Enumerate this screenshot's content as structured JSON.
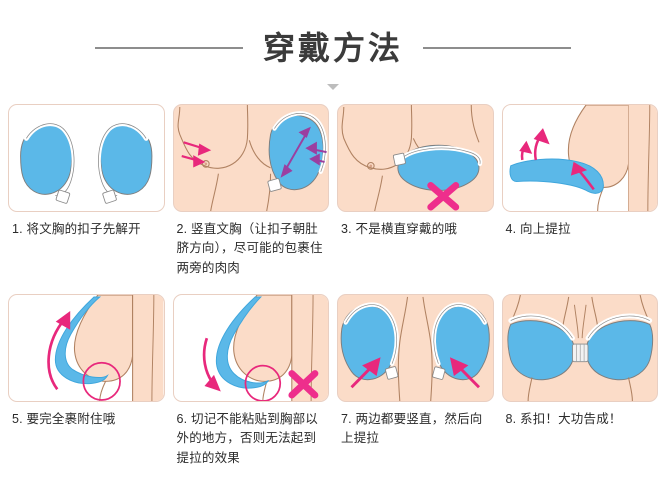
{
  "header": {
    "title": "穿戴方法",
    "divider_left": "rule-left",
    "divider_right": "rule-right",
    "caret": "caret-down-icon"
  },
  "colors": {
    "cup_blue": "#5BB8E8",
    "cup_blue_dark": "#3FA6DC",
    "skin": "#FBDCC8",
    "skin_line": "#B08262",
    "arrow_pink": "#E8287C",
    "arrow_purple": "#9B3FA0",
    "panel_border": "#E9CFC2",
    "rule_gray": "#8D8D8D",
    "title_gray": "#3B3B3B",
    "cross_magenta": "#EE2E8C"
  },
  "steps": [
    {
      "number": "1",
      "caption": "1. 将文胸的扣子先解开",
      "panel_bg": "white",
      "figure": "two-detached-cups"
    },
    {
      "number": "2",
      "caption": "2. 竖直文胸（让扣子朝肚脐方向），尽可能的包裹住两旁的肉肉",
      "panel_bg": "skin",
      "figure": "torso-with-vertical-cup-and-arrows"
    },
    {
      "number": "3",
      "caption": "3. 不是横直穿戴的哦",
      "panel_bg": "skin",
      "figure": "torso-with-horizontal-cup-cross"
    },
    {
      "number": "4",
      "caption": "4. 向上提拉",
      "panel_bg": "white",
      "figure": "side-view-lift-arrows"
    },
    {
      "number": "5",
      "caption": "5. 要完全裹附住哦",
      "panel_bg": "white",
      "figure": "side-view-wrapped-circle"
    },
    {
      "number": "6",
      "caption": "6. 切记不能粘贴到胸部以外的地方，否则无法起到提拉的效果",
      "panel_bg": "white",
      "figure": "side-view-detached-circle-cross"
    },
    {
      "number": "7",
      "caption": "7. 两边都要竖直，然后向上提拉",
      "panel_bg": "skin",
      "figure": "two-vertical-cups-on-torso"
    },
    {
      "number": "8",
      "caption": "8. 系扣！大功告成！",
      "panel_bg": "skin",
      "figure": "fastened-bra-front"
    }
  ]
}
